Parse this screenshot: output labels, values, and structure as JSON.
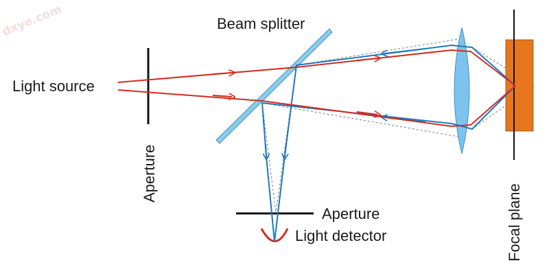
{
  "watermark": "dxye.com",
  "labels": {
    "light_source": "Light source",
    "aperture_left": "Aperture",
    "beam_splitter": "Beam splitter",
    "aperture_bottom": "Aperture",
    "light_detector": "Light detector",
    "focal_plane": "Focal plane"
  },
  "colors": {
    "illumination_ray": "#d42a1f",
    "return_ray": "#1a78c2",
    "lens_fill": "#7cc4ee",
    "splitter_fill": "#8ccbea",
    "specimen_fill": "#e8761c",
    "guide_line": "#7a7a7a",
    "structure": "#111111"
  }
}
